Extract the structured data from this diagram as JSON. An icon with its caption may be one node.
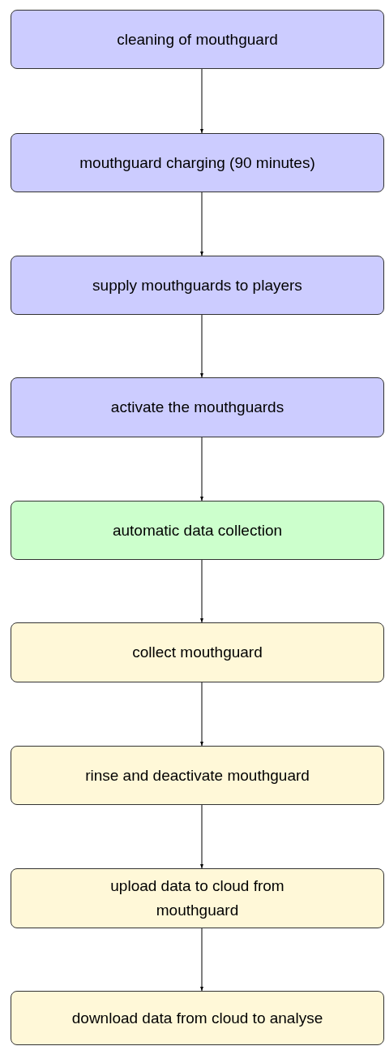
{
  "diagram": {
    "nodes": [
      {
        "text": [
          "cleaning of mouthguard"
        ]
      },
      {
        "text": [
          "mouthguard charging (90 minutes)"
        ]
      },
      {
        "text": [
          "supply mouthguards to players"
        ]
      },
      {
        "text": [
          "activate the mouthguards"
        ]
      },
      {
        "text": [
          "automatic data collection"
        ]
      },
      {
        "text": [
          "collect mouthguard"
        ]
      },
      {
        "text": [
          "rinse and deactivate mouthguard"
        ]
      },
      {
        "text": [
          "upload data to cloud from mouthguard"
        ]
      },
      {
        "text": [
          "download data from cloud to analyse"
        ]
      }
    ],
    "edges": [
      {
        "from": 0,
        "to": 1,
        "arrow": "to"
      },
      {
        "from": 1,
        "to": 2,
        "arrow": "to"
      },
      {
        "from": 2,
        "to": 3,
        "arrow": "to"
      },
      {
        "from": 3,
        "to": 4,
        "arrow": "to"
      },
      {
        "from": 4,
        "to": 5,
        "arrow": "to"
      },
      {
        "from": 5,
        "to": 6,
        "arrow": "to"
      },
      {
        "from": 6,
        "to": 7,
        "arrow": "to"
      },
      {
        "from": 7,
        "to": 8,
        "arrow": "to"
      }
    ]
  }
}
